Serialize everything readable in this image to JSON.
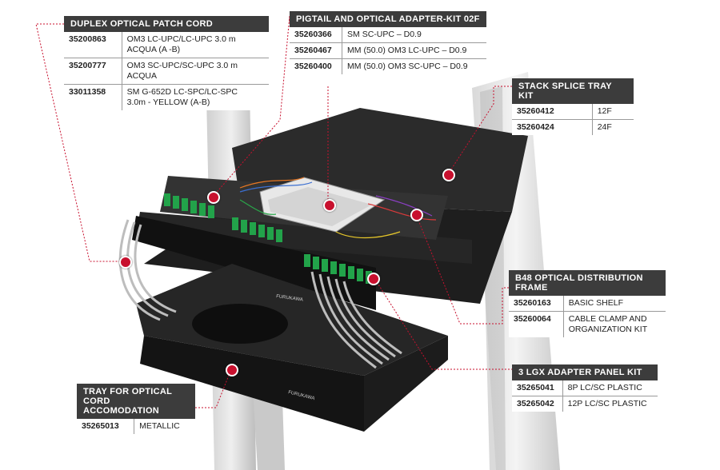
{
  "accent_color": "#c8102e",
  "callouts": {
    "patch_cord": {
      "title": "DUPLEX OPTICAL PATCH CORD",
      "rows": [
        {
          "code": "35200863",
          "desc": "OM3 LC-UPC/LC-UPC 3.0 m\nACQUA (A -B)"
        },
        {
          "code": "35200777",
          "desc": "OM3 SC-UPC/SC-UPC 3.0 m\nACQUA"
        },
        {
          "code": "33011358",
          "desc": "SM G-652D LC-SPC/LC-SPC\n3.0m - YELLOW (A-B)"
        }
      ]
    },
    "pigtail": {
      "title": "PIGTAIL AND OPTICAL ADAPTER-KIT 02F",
      "rows": [
        {
          "code": "35260366",
          "desc": "SM SC-UPC – D0.9"
        },
        {
          "code": "35260467",
          "desc": "MM (50.0) OM3 LC-UPC – D0.9"
        },
        {
          "code": "35260400",
          "desc": "MM (50.0) OM3 SC-UPC – D0.9"
        }
      ]
    },
    "splice_tray": {
      "title": "STACK SPLICE TRAY KIT",
      "rows": [
        {
          "code": "35260412",
          "desc": "12F"
        },
        {
          "code": "35260424",
          "desc": "24F"
        }
      ]
    },
    "frame": {
      "title": "B48 OPTICAL DISTRIBUTION\nFRAME",
      "rows": [
        {
          "code": "35260163",
          "desc": "BASIC SHELF"
        },
        {
          "code": "35260064",
          "desc": "CABLE CLAMP AND\nORGANIZATION KIT"
        }
      ]
    },
    "adapter_panel": {
      "title": "3 LGX ADAPTER PANEL KIT",
      "rows": [
        {
          "code": "35265041",
          "desc": "8P LC/SC PLASTIC"
        },
        {
          "code": "35265042",
          "desc": "12P LC/SC PLASTIC"
        }
      ]
    },
    "cord_tray": {
      "title": "TRAY FOR OPTICAL CORD\nACCOMODATION",
      "rows": [
        {
          "code": "35265013",
          "desc": "METALLIC"
        }
      ]
    }
  },
  "brand_label": "FURUKAWA"
}
